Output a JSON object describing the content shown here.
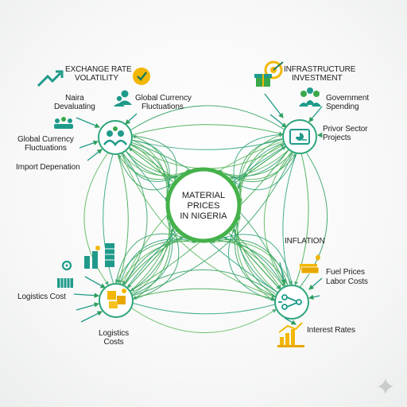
{
  "center": {
    "line1": "MATERIAL",
    "line2": "PRICES",
    "line3": "IN NIGERIA"
  },
  "top_left": {
    "title_line1": "EXCHANGE RATE",
    "title_line2": "VOLATILITY",
    "naira_line1": "Naira",
    "naira_line2": "Devaluating",
    "global1_line1": "Global Currency",
    "global1_line2": "Fluctuations",
    "global2_line1": "Global Currency",
    "global2_line2": "Fluctuations",
    "import": "Import Depenation"
  },
  "top_right": {
    "title_line1": "INFRASTRUCTURE",
    "title_line2": "INVESTMENT",
    "gov_line1": "Government",
    "gov_line2": "Spending",
    "priv_line1": "Privor Sector",
    "priv_line2": "Projects"
  },
  "bottom_left": {
    "logistics1": "Logistics Cost",
    "logistics2_line1": "Logistics",
    "logistics2_line2": "Costs"
  },
  "bottom_right": {
    "inflation": "INFLATION",
    "fuel": "Fuel Prices",
    "labor": "Labor Costs",
    "interest": "Interest Rates"
  },
  "colors": {
    "green": "#3aa84a",
    "teal": "#1f9a8a",
    "yellow": "#f2b705",
    "dark": "#1d1d1d"
  },
  "icons": [
    "trend-arrow-icon",
    "checkmark-badge-icon",
    "people-icon",
    "handshake-icon",
    "group-icon",
    "gift-icon",
    "target-icon",
    "team-icon",
    "chart-doc-icon",
    "gear-icon",
    "bar-chart-icon",
    "container-icon",
    "shipping-boxes-icon",
    "money-stack-icon",
    "flow-network-icon",
    "coin-growth-icon",
    "sparkle-icon"
  ]
}
